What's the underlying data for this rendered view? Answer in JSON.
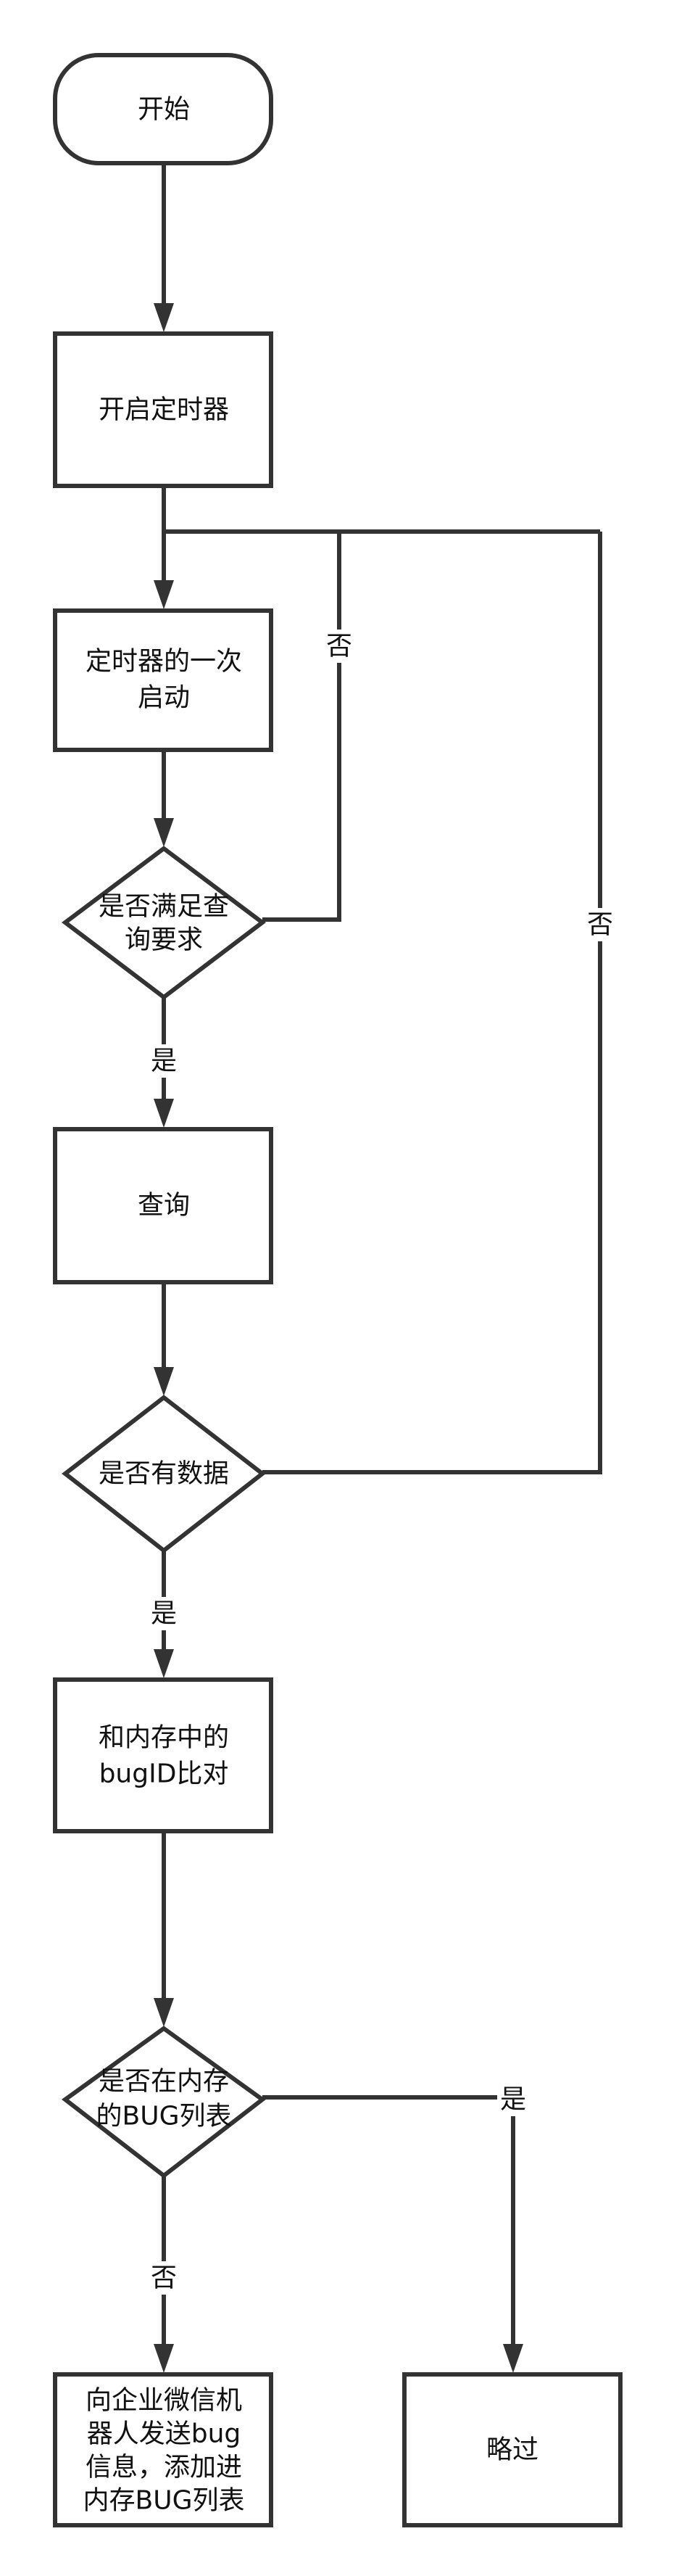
{
  "nodes": {
    "start": "开始",
    "start_timer": "开启定时器",
    "timer_fire": [
      "定时器的一次",
      "启动"
    ],
    "check_condition": [
      "是否满足查",
      "询要求"
    ],
    "query": "查询",
    "has_data": "是否有数据",
    "compare": [
      "和内存中的",
      "bugID比对"
    ],
    "in_list": [
      "是否在内存",
      "的BUG列表"
    ],
    "send": [
      "向企业微信机",
      "器人发送bug",
      "信息，添加进",
      "内存BUG列表"
    ],
    "skip": "略过"
  },
  "edge_labels": {
    "condition_no": "否",
    "condition_yes": "是",
    "data_no": "否",
    "data_yes": "是",
    "in_list_yes": "是",
    "in_list_no": "否"
  }
}
